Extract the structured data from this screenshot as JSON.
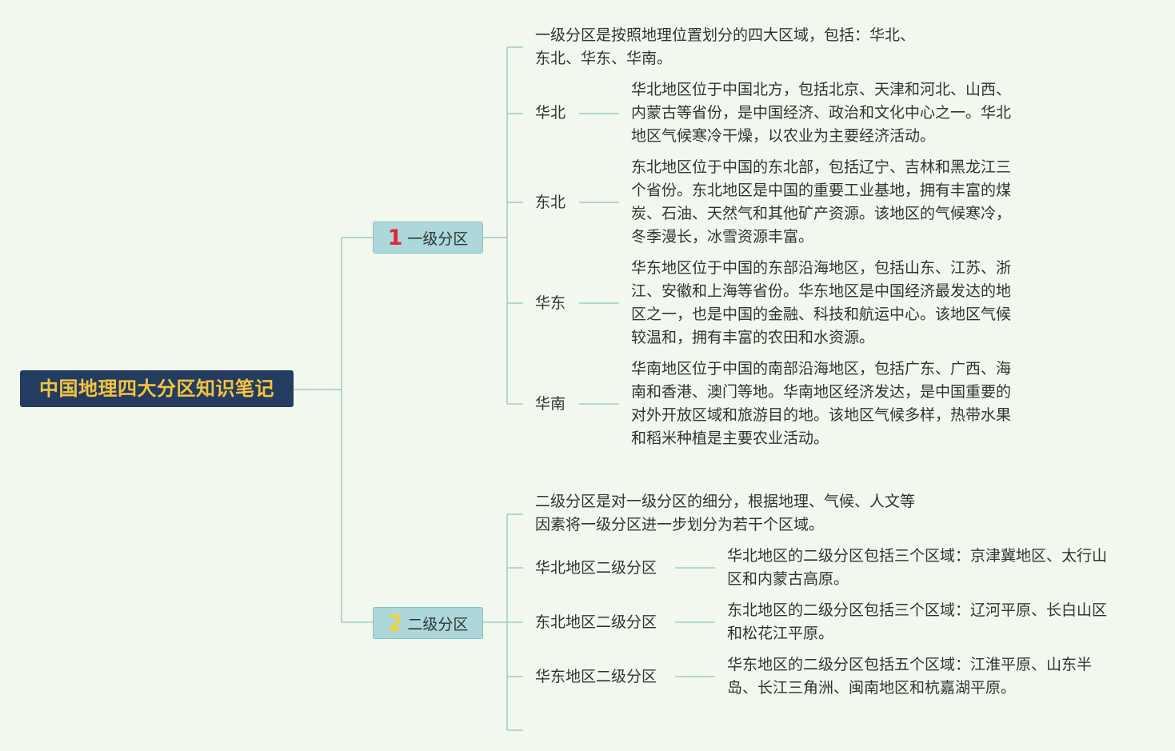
{
  "root": {
    "title": "中国地理四大分区知识笔记"
  },
  "branches": [
    {
      "num": "1",
      "num_color": "#e0263a",
      "label": "一级分区",
      "intro": [
        "一级分区是按照地理位置划分的四大区域，包括：华北、",
        "东北、华东、华南。"
      ],
      "items": [
        {
          "label": "华北",
          "detail": [
            "华北地区位于中国北方，包括北京、天津和河北、山西、",
            "内蒙古等省份，是中国经济、政治和文化中心之一。华北",
            "地区气候寒冷干燥，以农业为主要经济活动。"
          ]
        },
        {
          "label": "东北",
          "detail": [
            "东北地区位于中国的东北部，包括辽宁、吉林和黑龙江三",
            "个省份。东北地区是中国的重要工业基地，拥有丰富的煤",
            "炭、石油、天然气和其他矿产资源。该地区的气候寒冷，",
            "冬季漫长，冰雪资源丰富。"
          ]
        },
        {
          "label": "华东",
          "detail": [
            "华东地区位于中国的东部沿海地区，包括山东、江苏、浙",
            "江、安徽和上海等省份。华东地区是中国经济最发达的地",
            "区之一，也是中国的金融、科技和航运中心。该地区气候",
            "较温和，拥有丰富的农田和水资源。"
          ]
        },
        {
          "label": "华南",
          "detail": [
            "华南地区位于中国的南部沿海地区，包括广东、广西、海",
            "南和香港、澳门等地。华南地区经济发达，是中国重要的",
            "对外开放区域和旅游目的地。该地区气候多样，热带水果",
            "和稻米种植是主要农业活动。"
          ]
        }
      ]
    },
    {
      "num": "2",
      "num_color": "#f4d23c",
      "label": "二级分区",
      "intro": [
        "二级分区是对一级分区的细分，根据地理、气候、人文等",
        "因素将一级分区进一步划分为若干个区域。"
      ],
      "items": [
        {
          "label": "华北地区二级分区",
          "detail": [
            "华北地区的二级分区包括三个区域：京津冀地区、太行山",
            "区和内蒙古高原。"
          ]
        },
        {
          "label": "东北地区二级分区",
          "detail": [
            "东北地区的二级分区包括三个区域：辽河平原、长白山区",
            "和松花江平原。"
          ]
        },
        {
          "label": "华东地区二级分区",
          "detail": [
            "华东地区的二级分区包括五个区域：江淮平原、山东半",
            "岛、长江三角洲、闽南地区和杭嘉湖平原。"
          ]
        }
      ]
    }
  ],
  "colors": {
    "line": "#8fc3c1",
    "root_bg": "#233c5f",
    "root_text": "#f4c441",
    "branch_bg": "#acd8dc"
  }
}
